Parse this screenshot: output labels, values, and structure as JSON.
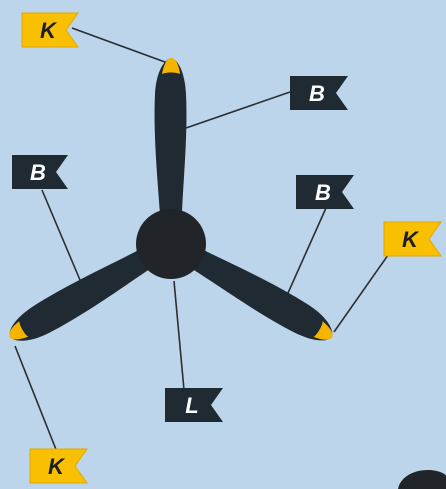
{
  "colors": {
    "background": "#bcd5ea",
    "blade": "#1f2a33",
    "hub": "#212428",
    "tip": "#f5b400",
    "leader": "#2a2f33",
    "flag_dark": "#1f2a33",
    "flag_yellow": "#f8c000",
    "flag_text_on_dark": "#ffffff",
    "flag_text_on_yellow": "#1b1f24"
  },
  "labels": {
    "tip_top": "K",
    "blade_top_mid": "B",
    "blade_left_mid": "B",
    "blade_right_mid": "B",
    "tip_right": "K",
    "hub": "L",
    "tip_left": "K"
  }
}
